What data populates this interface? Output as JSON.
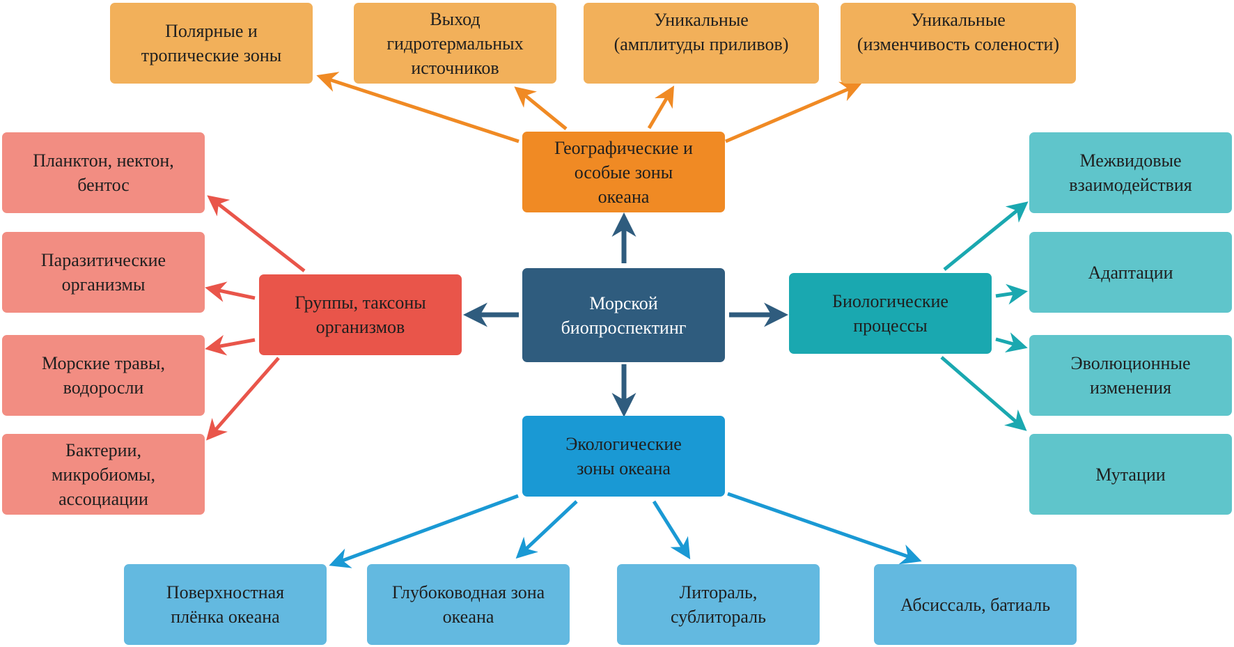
{
  "colors": {
    "center": "#2F5C7E",
    "geo_main": "#F08A24",
    "geo_leaf": "#F2B05A",
    "groups_main": "#E9554A",
    "groups_leaf": "#F28D82",
    "bio_main": "#1AA8B0",
    "bio_leaf": "#5FC5CB",
    "eco_main": "#1A99D4",
    "eco_leaf": "#63B9E0"
  },
  "center": {
    "label": "Морской\nбиопроспектинг"
  },
  "geographic": {
    "label": "Географические и\nособые зоны\nокеана",
    "children": [
      "Полярные и\nтропические зоны",
      "Выход\nгидротермальных\nисточников",
      "Уникальные\n(амплитуды приливов)",
      "Уникальные\n(изменчивость солености)"
    ]
  },
  "groups": {
    "label": "Группы, таксоны\nорганизмов",
    "children": [
      "Планктон, нектон,\nбентос",
      "Паразитические\nорганизмы",
      "Морские травы,\nводоросли",
      "Бактерии,\nмикробиомы,\nассоциации"
    ]
  },
  "biological": {
    "label": "Биологические\nпроцессы",
    "children": [
      "Межвидовые\nвзаимодействия",
      "Адаптации",
      "Эволюционные\nизменения",
      "Мутации"
    ]
  },
  "ecological": {
    "label": "Экологические\nзоны океана",
    "children": [
      "Поверхностная\nплёнка океана",
      "Глубоководная зона\nокеана",
      "Литораль,\nсублитораль",
      "Абсиссаль, батиаль"
    ]
  }
}
